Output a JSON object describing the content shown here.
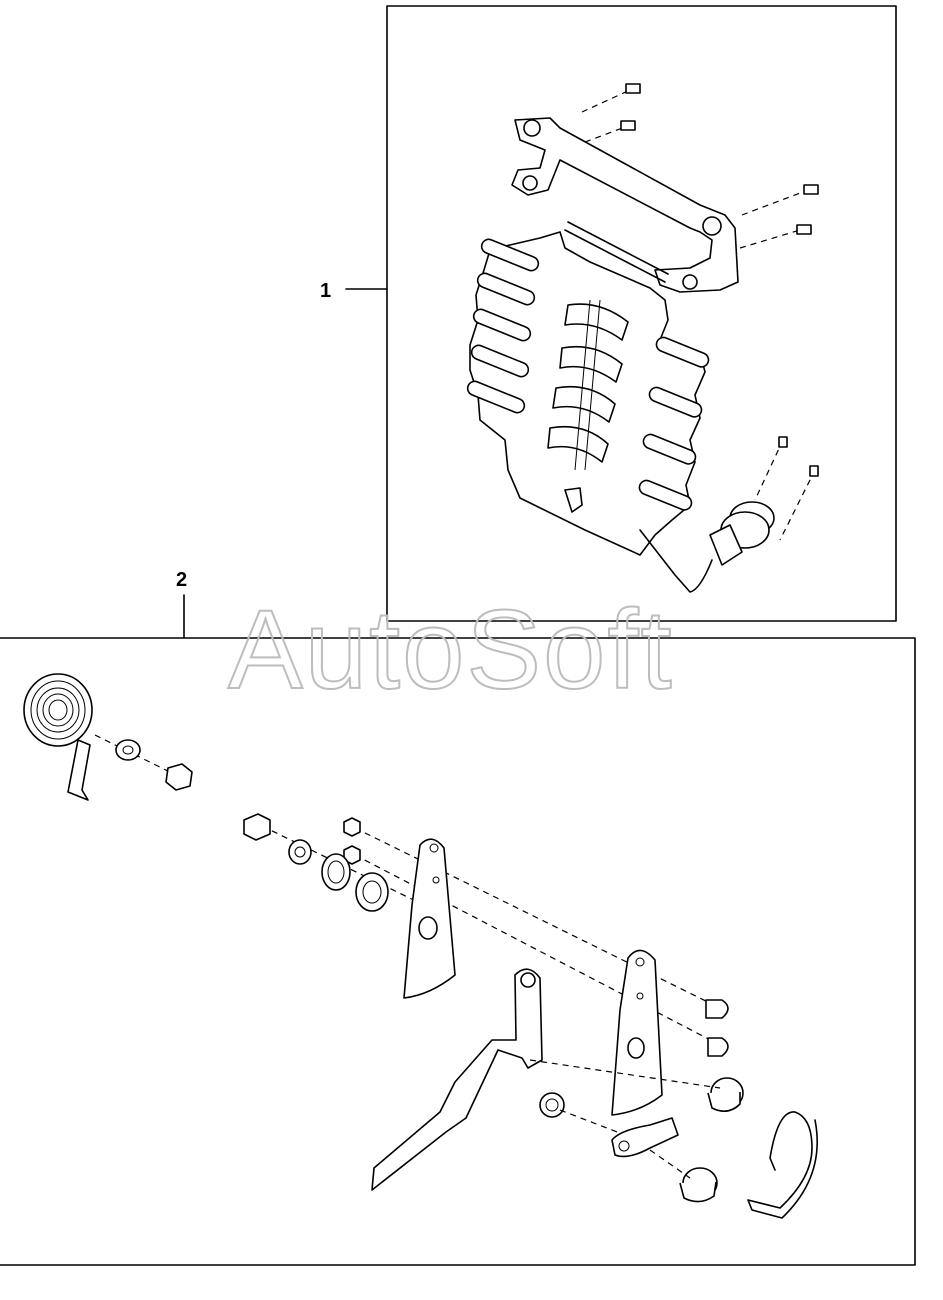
{
  "callouts": [
    {
      "id": "1",
      "label": "1"
    },
    {
      "id": "2",
      "label": "2"
    }
  ],
  "watermark": "AutoSoft",
  "colors": {
    "line": "#000000",
    "watermark": "#bdbdbd",
    "background": "#ffffff"
  }
}
